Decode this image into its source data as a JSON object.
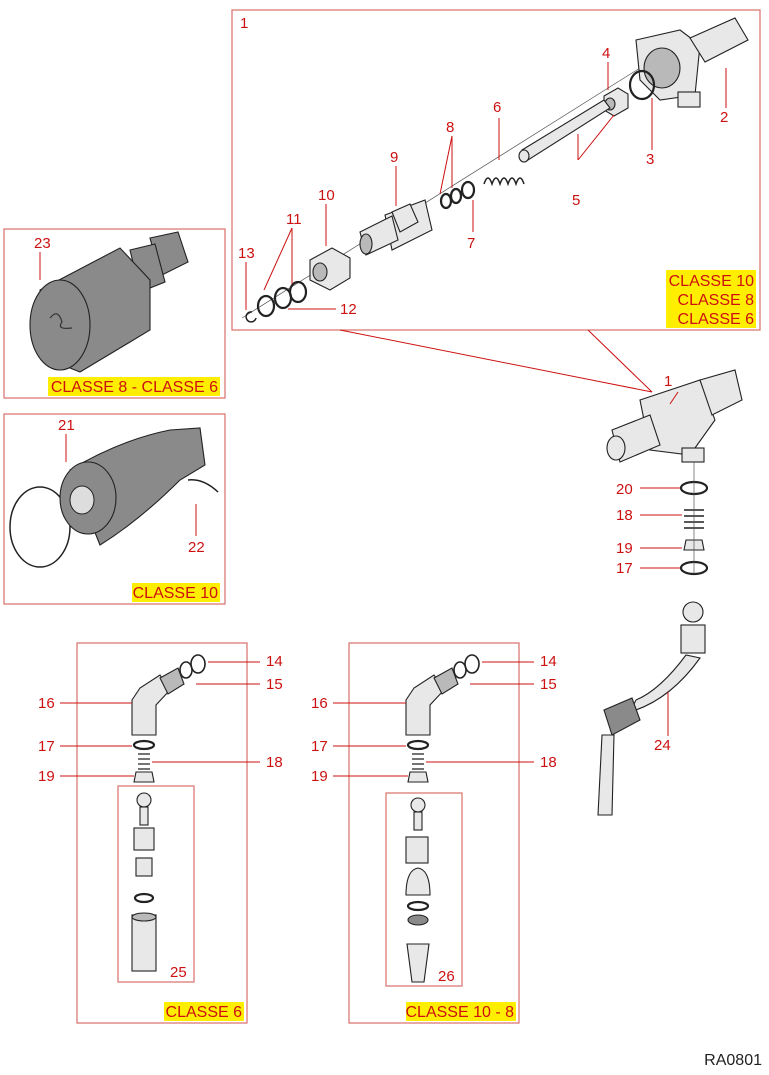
{
  "diagram": {
    "reference_code": "RA0801",
    "panels": {
      "main_assembly": {
        "group_label": "1",
        "classes": [
          "CLASSE 10",
          "CLASSE 8",
          "CLASSE 6"
        ],
        "callouts": [
          "1",
          "2",
          "3",
          "4",
          "5",
          "6",
          "7",
          "8",
          "9",
          "10",
          "11",
          "12",
          "13"
        ]
      },
      "knob_classe_8_6": {
        "class_label": "CLASSE 8 - CLASSE 6",
        "callouts": [
          "23"
        ]
      },
      "knob_classe_10": {
        "class_label": "CLASSE 10",
        "callouts": [
          "21",
          "22"
        ]
      },
      "valve_body": {
        "callouts": [
          "1",
          "20",
          "18",
          "19",
          "17"
        ]
      },
      "steam_wand_classe_6": {
        "class_label": "CLASSE 6",
        "callouts": [
          "14",
          "15",
          "16",
          "17",
          "18",
          "19"
        ],
        "subassembly": "25"
      },
      "steam_wand_classe_10_8": {
        "class_label": "CLASSE 10 - 8",
        "callouts": [
          "14",
          "15",
          "16",
          "17",
          "18",
          "19"
        ],
        "subassembly": "26"
      },
      "flexible_pipe": {
        "callouts": [
          "24"
        ]
      }
    },
    "colors": {
      "callout_text": "#cc1111",
      "frame": "#d9706a",
      "class_highlight": "#ffee00"
    }
  }
}
